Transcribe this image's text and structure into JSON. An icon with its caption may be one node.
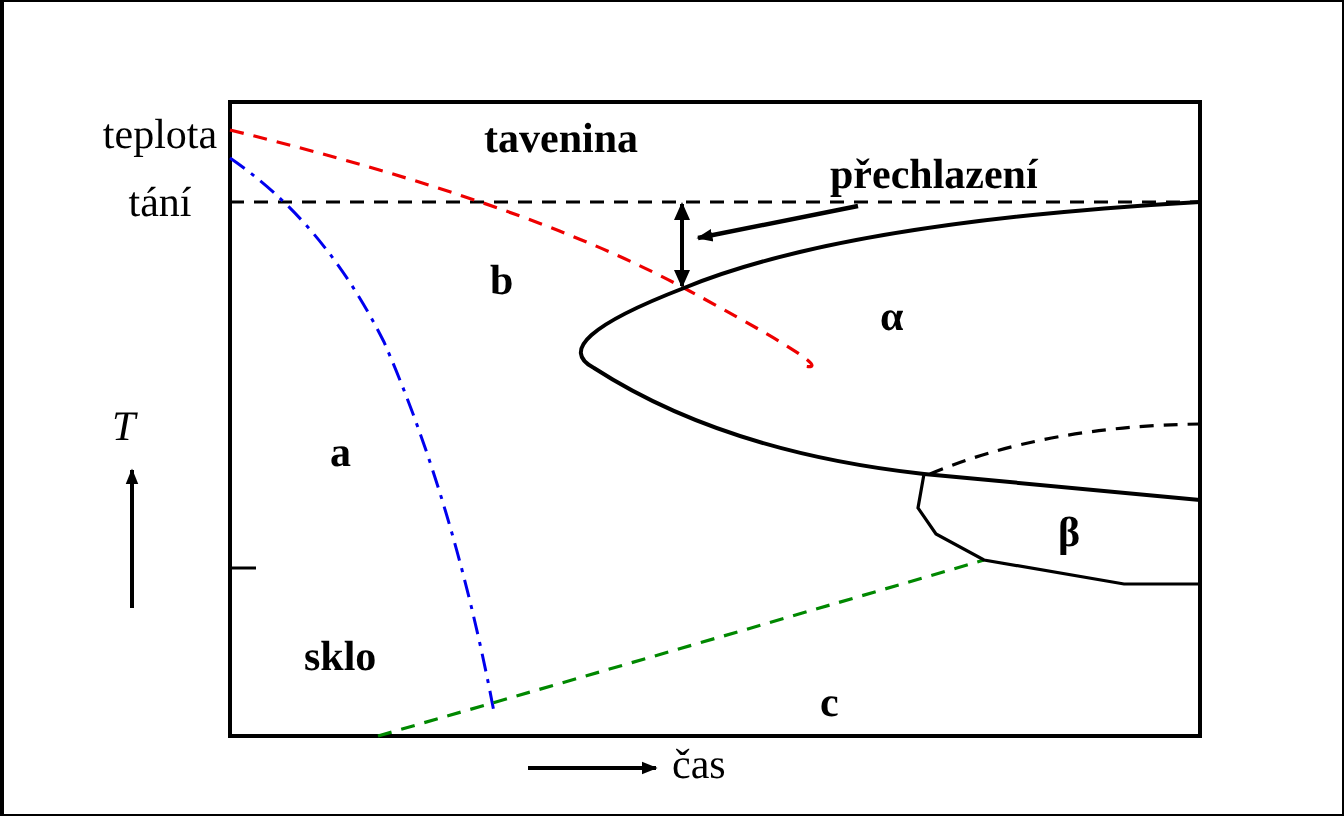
{
  "diagram": {
    "nodes": [
      {
        "text": [
          "přechlazení"
        ]
      },
      {
        "text": [],
        "shape": "arrow"
      }
    ],
    "edges": [
      {
        "from": 0,
        "to": 1,
        "arrow": "to"
      }
    ],
    "labels": [
      "teplota tání",
      "tavenina",
      "b",
      "α",
      "T",
      "a",
      "β",
      "sklo",
      "c",
      "čas"
    ]
  }
}
